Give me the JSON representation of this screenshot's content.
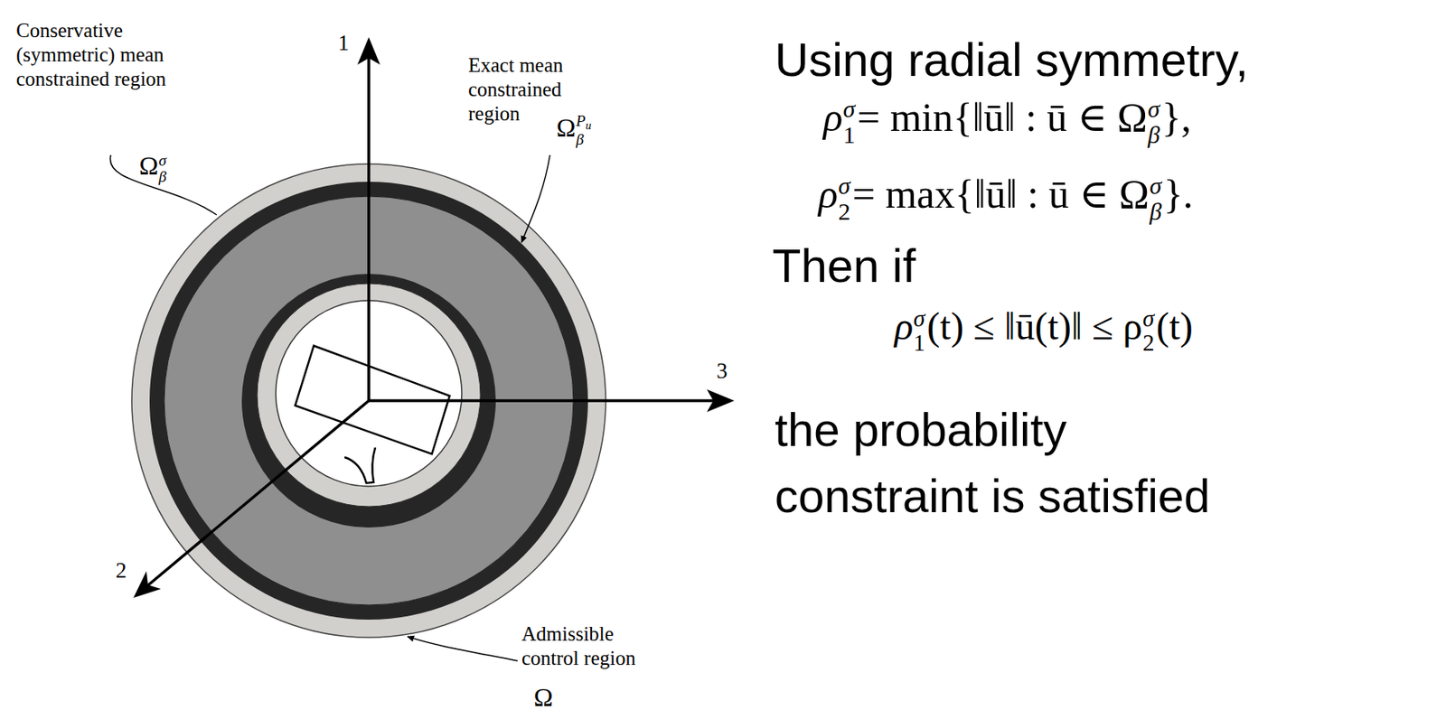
{
  "diagram": {
    "labels": [
      "Conservative (symmetric) mean constrained region",
      "Ω",
      "σ",
      "β",
      "1",
      "Exact mean constrained region",
      "Ω",
      "P",
      "u",
      "β",
      "3",
      "2",
      "Admissible control region",
      "Ω",
      "Using radial symmetry,",
      "ρ",
      "σ",
      "1",
      "= min{‖ū‖ : ū ∈ Ω",
      "σ",
      "β",
      "},",
      "ρ",
      "σ",
      "2",
      "= max{‖ū‖ : ū ∈ Ω",
      "σ",
      "β",
      "}.",
      "Then if",
      "ρ",
      "σ",
      "1",
      "(t) ≤ ‖ū(t)‖ ≤ ρ",
      "σ",
      "2",
      "(t)",
      "the probability",
      "constraint is satisfied"
    ]
  }
}
